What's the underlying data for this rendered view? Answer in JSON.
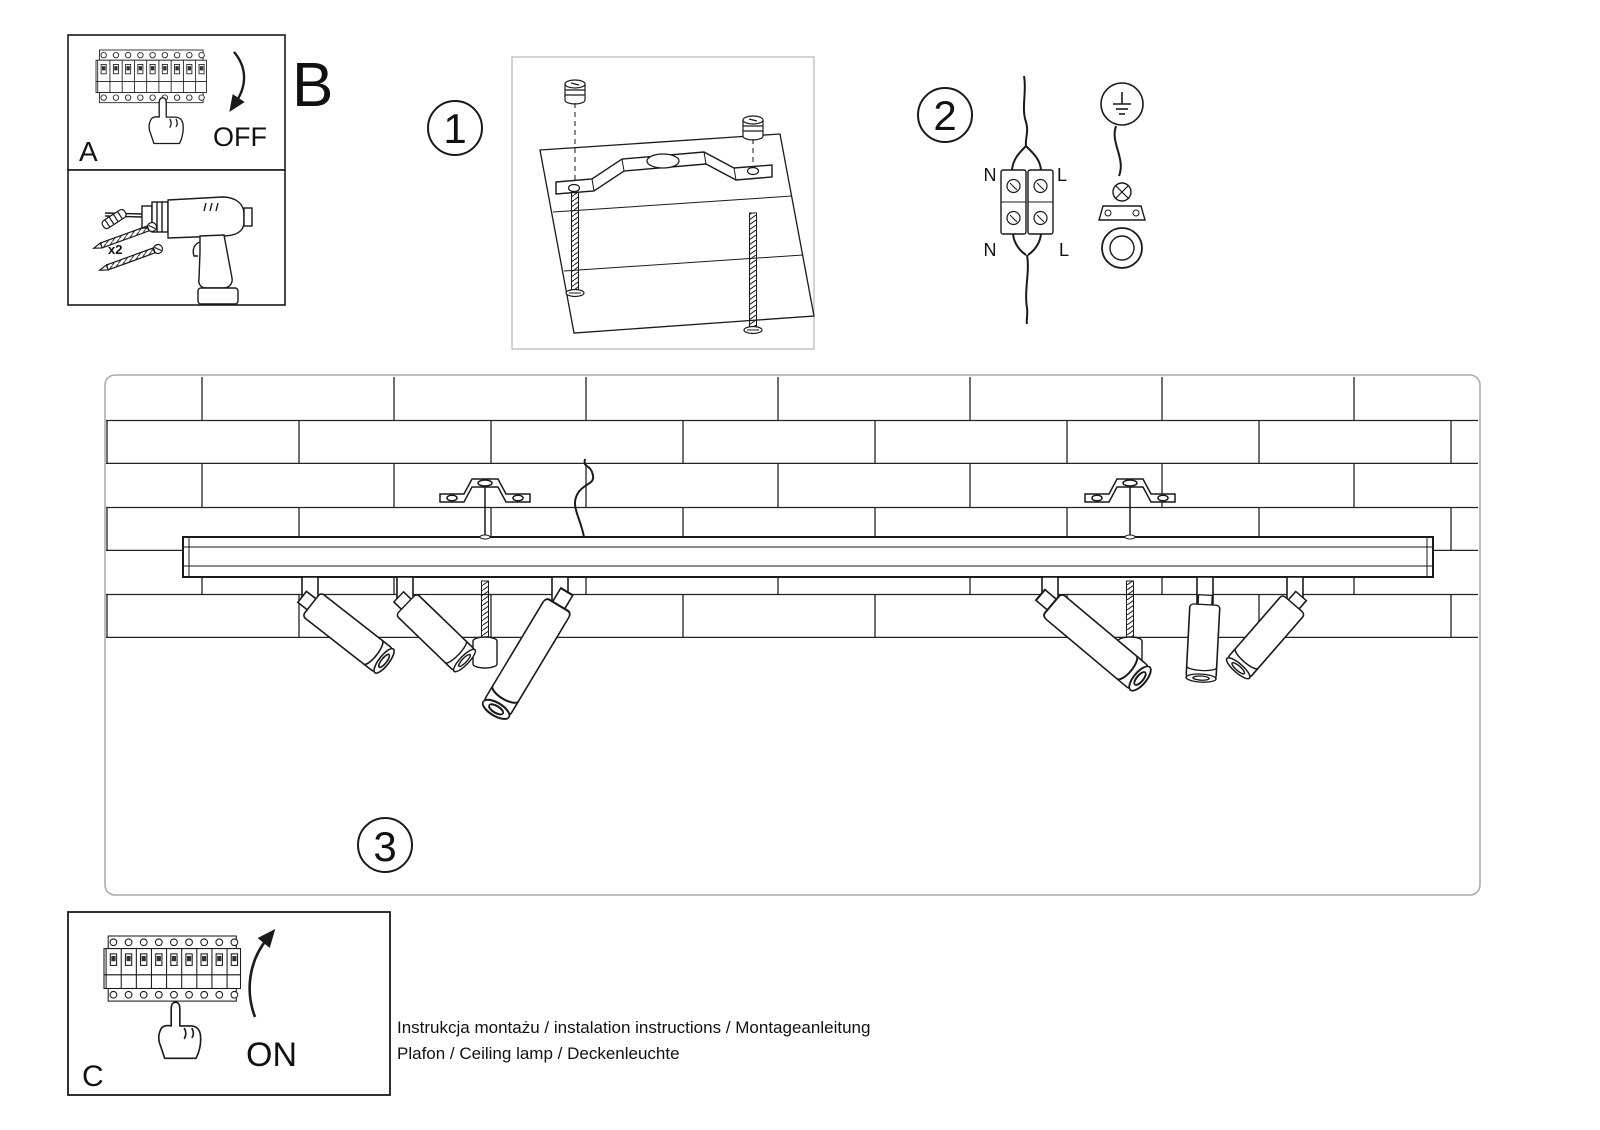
{
  "sheet": {
    "panel_a": {
      "label": "A",
      "state": "OFF"
    },
    "panel_b": {
      "label": "B"
    },
    "panel_c": {
      "label": "C",
      "state": "ON"
    },
    "tools": {
      "quantity": "x2"
    },
    "step_1": {
      "number": "1"
    },
    "step_2": {
      "number": "2",
      "wire_top_left": "N",
      "wire_top_right": "L",
      "wire_bottom_left": "N",
      "wire_bottom_right": "L"
    },
    "step_3": {
      "number": "3"
    },
    "footer": {
      "line_1": "Instrukcja montażu / instalation instructions / Montageanleitung",
      "line_2": "Plafon / Ceiling lamp / Deckenleuchte"
    },
    "colors": {
      "ink": "#1a1a1a",
      "paper": "#ffffff"
    }
  }
}
